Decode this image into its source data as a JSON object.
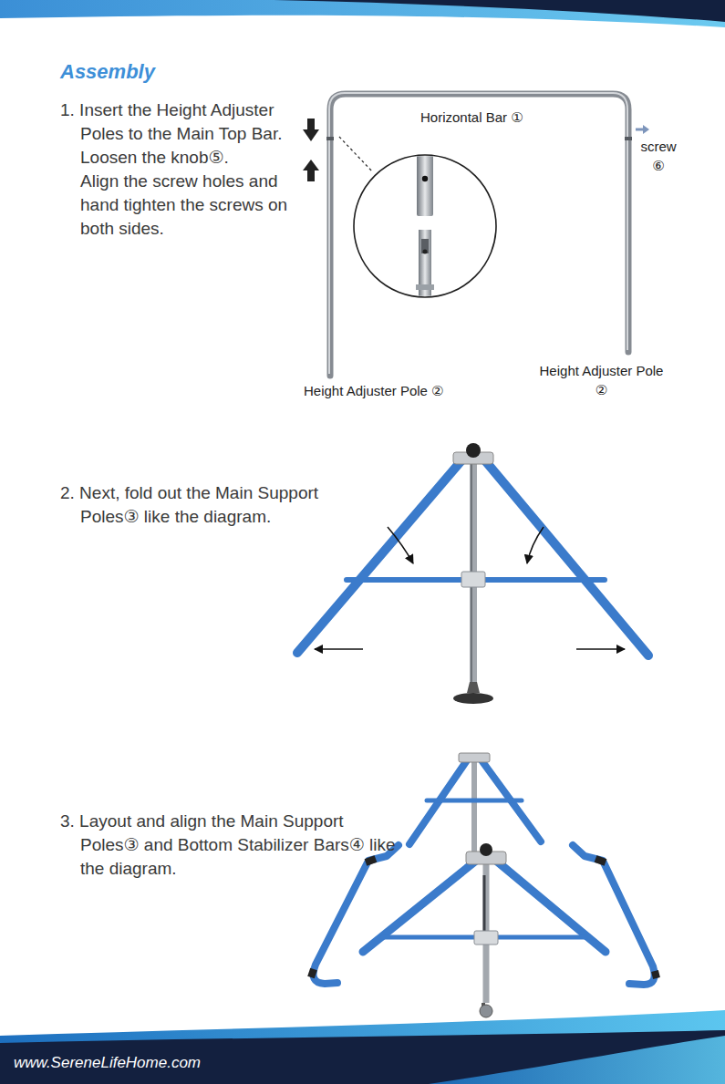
{
  "diagram": {
    "title": "Assembly",
    "labels": [
      "1. Insert the Height Adjuster Poles to the Main Top Bar.",
      "Loosen the knob⑤.",
      "Align the screw holes and hand tighten the screws on both sides.",
      "Horizontal Bar ①",
      "screw ⑥",
      "Height Adjuster Pole ②",
      "Height Adjuster Pole ②",
      "2. Next, fold out the Main Support Poles③ like the diagram.",
      "3. Layout and align the Main Support Poles③ and Bottom Stabilizer Bars④ like the diagram.",
      "www.SereneLifeHome.com"
    ]
  }
}
